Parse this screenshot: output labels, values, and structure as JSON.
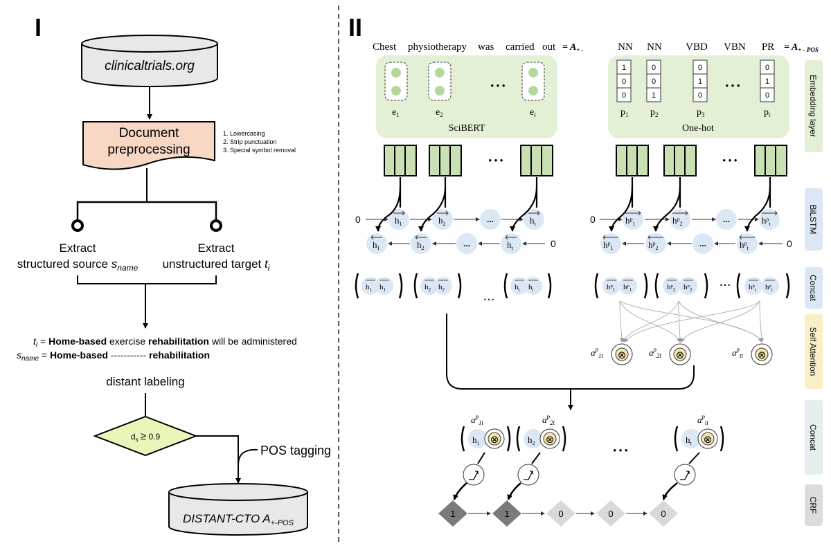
{
  "panel_left": {
    "label": "I",
    "db_top": "clinicaltrials.org",
    "preproc": {
      "line1": "Document",
      "line2": "preprocessing"
    },
    "steps": [
      "1.  Lowercasing",
      "2.  Strip punctuation",
      "3.  Special symbol removal"
    ],
    "extract_left": {
      "line1": "Extract",
      "line2": "structured source",
      "var": "s",
      "sub": "name"
    },
    "extract_right": {
      "line1": "Extract",
      "line2": "unstructured target",
      "var": "t",
      "sub": "i"
    },
    "ti_label": "t",
    "ti_sub": "i",
    "ti_parts": [
      "Home-based",
      "exercise",
      "rehabilitation",
      "will be administered"
    ],
    "sname_label": "s",
    "sname_sub": "name",
    "sname_parts": [
      "Home-based",
      "-----------",
      "rehabilitation"
    ],
    "distant_labeling": "distant labeling",
    "decision": {
      "ds": "d",
      "ds_sub": "s",
      "op": "≥",
      "threshold": "0.9"
    },
    "pos_tagging": "POS tagging",
    "db_bottom": {
      "main": "DISTANT-CTO A",
      "sub": "+-POS"
    }
  },
  "panel_right": {
    "label": "II",
    "sentence": [
      "Chest",
      "physiotherapy",
      "was",
      "carried",
      "out"
    ],
    "sentence_eq": "= A",
    "sentence_eq_sub": "+ -",
    "pos_tags": [
      "NN",
      "NN",
      "VBD",
      "VBN",
      "PR"
    ],
    "pos_eq": "= A",
    "pos_eq_sub": "+ - POS",
    "scibert_label": "SciBERT",
    "onehot_label": "One-hot",
    "e_labels": [
      {
        "b": "e",
        "s": "1"
      },
      {
        "b": "e",
        "s": "2"
      },
      {
        "b": "e",
        "s": "t"
      }
    ],
    "p_labels": [
      {
        "b": "p",
        "s": "1"
      },
      {
        "b": "p",
        "s": "2"
      },
      {
        "b": "p",
        "s": "3"
      },
      {
        "b": "p",
        "s": "t"
      }
    ],
    "onehot_vectors": [
      [
        "1",
        "0",
        "0"
      ],
      [
        "0",
        "0",
        "1"
      ],
      [
        "0",
        "1",
        "0"
      ],
      [
        "0",
        "1",
        "0"
      ]
    ],
    "ellipsis": "• • •",
    "ellipsis_small": "...",
    "zero": "0",
    "h_fwd": [
      {
        "b": "h",
        "s": "1"
      },
      {
        "b": "h",
        "s": "2"
      },
      {
        "b": "h",
        "s": "t"
      }
    ],
    "h_bwd": [
      {
        "b": "h",
        "s": "1"
      },
      {
        "b": "h",
        "s": "2"
      },
      {
        "b": "h",
        "s": "t"
      }
    ],
    "hp_fwd": [
      {
        "b": "hᵖ",
        "s": "1"
      },
      {
        "b": "hᵖ",
        "s": "2"
      },
      {
        "b": "hᵖ",
        "s": "t"
      }
    ],
    "hp_bwd": [
      {
        "b": "hᵖ",
        "s": "1"
      },
      {
        "b": "hᵖ",
        "s": "2"
      },
      {
        "b": "hᵖ",
        "s": "t"
      }
    ],
    "attn_labels": [
      {
        "b": "a",
        "sup": "p",
        "s": "1t"
      },
      {
        "b": "a",
        "sup": "p",
        "s": "2t"
      },
      {
        "b": "a",
        "sup": "p",
        "s": "tt"
      }
    ],
    "final_h": [
      {
        "b": "h",
        "s": "1"
      },
      {
        "b": "h",
        "s": "2"
      },
      {
        "b": "h",
        "s": "t"
      }
    ],
    "crf_outputs": [
      "1",
      "1",
      "0",
      "0",
      "0"
    ],
    "otimes": "⊗"
  },
  "layer_tags": [
    "Embedding layer",
    "BiLSTM",
    "Concat",
    "Self Attention",
    "Concat",
    "CRF"
  ],
  "colors": {
    "green": "#e3f0d6",
    "green_dark": "#c9e0b3",
    "blue": "#dce7f5",
    "peach": "#f8d7c4",
    "yellow_green": "#e9f6b9",
    "db_gray": "#e8e8e8",
    "crf_dark": "#7a7a7a",
    "crf_mid": "#b5b5b5",
    "crf_light": "#d9d9d9",
    "otimes_fill": "#f5e6a8"
  }
}
